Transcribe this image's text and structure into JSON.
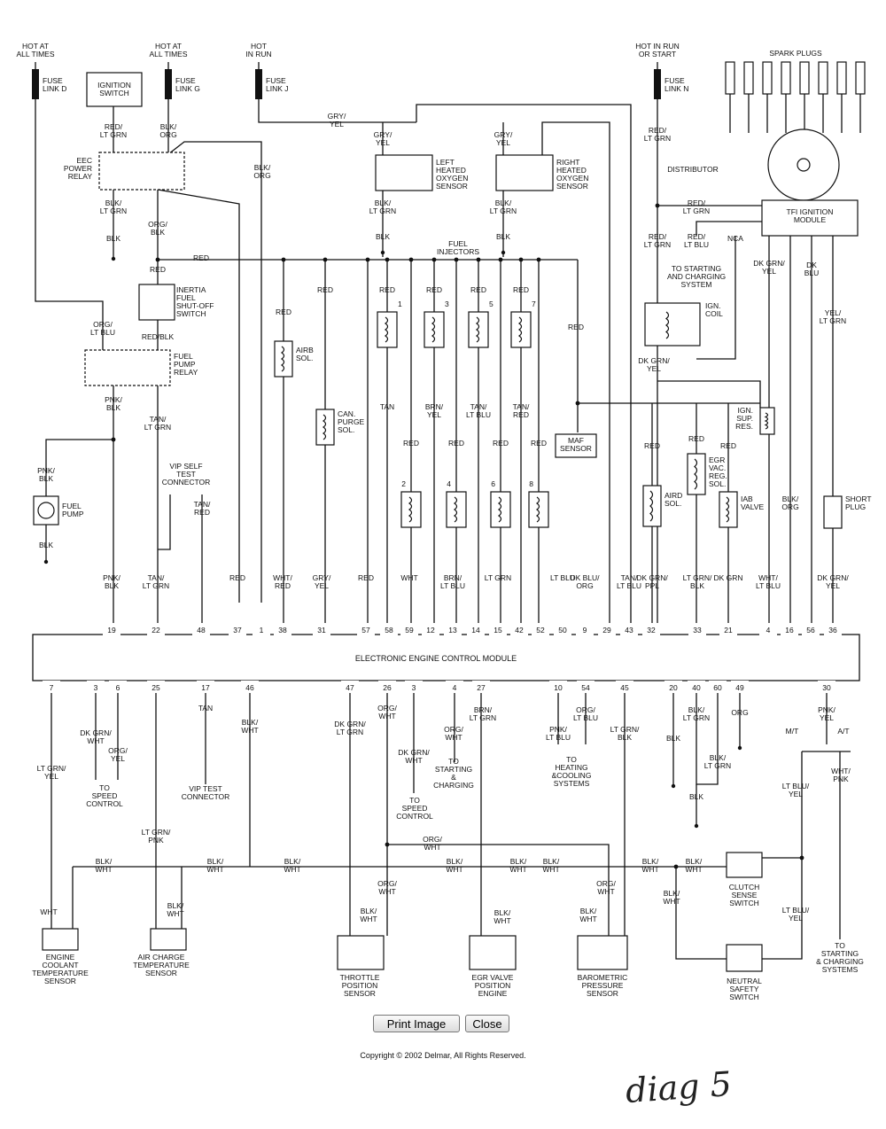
{
  "power_sources": [
    "HOT AT|ALL TIMES",
    "HOT AT|ALL TIMES",
    "HOT|IN RUN",
    "HOT IN RUN|OR START"
  ],
  "fuse_links": [
    "FUSE|LINK D",
    "FUSE|LINK G",
    "FUSE|LINK J",
    "FUSE|LINK N"
  ],
  "top_left_labels": {
    "ignition_switch": "IGNITION|SWITCH",
    "eec_relay": "EEC|POWER|RELAY",
    "inertia_switch": "INERTIA|FUEL|SHUT-OFF|SWITCH",
    "fuel_pump_relay": "FUEL|PUMP|RELAY",
    "fuel_pump": "FUEL|PUMP",
    "vip_connector": "VIP SELF|TEST|CONNECTOR"
  },
  "top_right_labels": {
    "spark_plugs": "SPARK PLUGS",
    "distributor": "DISTRIBUTOR",
    "tfi_module": "TFI IGNITION|MODULE",
    "ign_coil": "IGN.|COIL",
    "to_starting": "TO STARTING|AND CHARGING|SYSTEM",
    "ign_sup_res": "IGN.|SUP.|RES.",
    "nca": "NCA",
    "short_plug": "SHORT|PLUG"
  },
  "sensors_top": {
    "left_o2": "LEFT|HEATED|OXYGEN|SENSOR",
    "right_o2": "RIGHT|HEATED|OXYGEN|SENSOR",
    "fuel_injectors": "FUEL|INJECTORS",
    "airb_sol": "AIRB|SOL.",
    "can_purge": "CAN.|PURGE|SOL.",
    "maf_sensor": "MAF|SENSOR",
    "aird_sol": "AIRD|SOL.",
    "egr_vac": "EGR|VAC.|REG.|SOL.",
    "iab_valve": "IAB|VALVE"
  },
  "injector_numbers": [
    "1",
    "3",
    "5",
    "7",
    "2",
    "4",
    "6",
    "8"
  ],
  "wire_labels": {
    "red_ltgrn": "RED/|LT GRN",
    "blk_org": "BLK/|ORG",
    "gry_yel": "GRY/|YEL",
    "blk_ltgrn": "BLK/|LT GRN",
    "blk": "BLK",
    "org_blk": "ORG/|BLK",
    "red": "RED",
    "org_ltblu": "ORG/|LT BLU",
    "red_blk": "RED/BLK",
    "pnk_blk": "PNK/|BLK",
    "tan_ltgrn": "TAN/|LT GRN",
    "tan_red": "TAN/|RED",
    "tan": "TAN",
    "brn_yel": "BRN/|YEL",
    "tan_ltblu": "TAN/|LT BLU",
    "dkgrn_yel": "DK GRN/|YEL",
    "red_ltblu": "RED/|LT BLU",
    "dk_blu": "DK|BLU",
    "yel_ltgrn": "YEL/|LT GRN",
    "dkgrn_ltyel": "DK GRN/|YEL",
    "blk_orgR": "BLK/|ORG"
  },
  "ecm": {
    "title": "ELECTRONIC ENGINE CONTROL MODULE",
    "top_pins": [
      "19",
      "22",
      "48",
      "37",
      "1",
      "38",
      "31",
      "57",
      "58",
      "59",
      "12",
      "13",
      "14",
      "15",
      "42",
      "52",
      "50",
      "9",
      "29",
      "43",
      "32",
      "33",
      "21",
      "4",
      "16",
      "56",
      "36"
    ],
    "bottom_pins": [
      "7",
      "3",
      "6",
      "25",
      "17",
      "46",
      "47",
      "26",
      "3",
      "4",
      "27",
      "10",
      "54",
      "45",
      "20",
      "40",
      "60",
      "49",
      "30"
    ],
    "top_pin_wires": [
      "PNK/|BLK",
      "TAN/|LT GRN",
      "",
      "RED",
      "",
      "WHT/|RED",
      "GRY/|YEL",
      "RED",
      "WHT",
      "BRN/|LT BLU",
      "LT GRN",
      "",
      "LT BLU",
      "DK BLU/|ORG",
      "TAN/|LT BLU",
      "DK GRN/|PPL",
      "LT GRN/|BLK",
      "DK GRN",
      "WHT/|LT BLU",
      "DK GRN/|YEL",
      "YEL/|LT GRN"
    ]
  },
  "bottom_labels": {
    "ltgrn_yel": "LT GRN/|YEL",
    "dkgrn_wht": "DK GRN/|WHT",
    "org_yel": "ORG/|YEL",
    "to_speed_control": "TO|SPEED|CONTROL",
    "tan": "TAN",
    "vip_test": "VIP TEST|CONNECTOR",
    "blk_wht": "BLK/|WHT",
    "ltgrn_pnk": "LT GRN/|PNK",
    "dkgrn_ltgrn": "DK GRN/|LT GRN",
    "org_wht": "ORG/|WHT",
    "to_starting_charging": "TO|STARTING|&|CHARGING",
    "brn_ltgrn": "BRN/|LT GRN",
    "pnk_ltblu": "PNK/|LT BLU",
    "org_ltblu": "ORG/|LT BLU",
    "to_heating": "TO|HEATING|&COOLING|SYSTEMS",
    "ltgrn_blk": "LT GRN/|BLK",
    "blk": "BLK",
    "blk_ltgrn": "BLK/|LT GRN",
    "org": "ORG",
    "pnk_yel": "PNK/|YEL",
    "mt": "M/T",
    "at": "A/T",
    "ltblu_yel": "LT BLU/|YEL",
    "wht_pnk": "WHT/|PNK",
    "wht": "WHT",
    "to_starting_systems": "TO|STARTING|& CHARGING|SYSTEMS"
  },
  "components_bottom": [
    "ENGINE|COOLANT|TEMPERATURE|SENSOR",
    "AIR CHARGE|TEMPERATURE|SENSOR",
    "THROTTLE|POSITION|SENSOR",
    "EGR VALVE|POSITION|ENGINE",
    "BAROMETRIC|PRESSURE|SENSOR",
    "CLUTCH|SENSE|SWITCH",
    "NEUTRAL|SAFETY|SWITCH"
  ],
  "buttons": {
    "print": "Print Image",
    "close": "Close"
  },
  "copyright": "Copyright © 2002 Delmar, All Rights Reserved.",
  "handwritten_note": "diag 5"
}
